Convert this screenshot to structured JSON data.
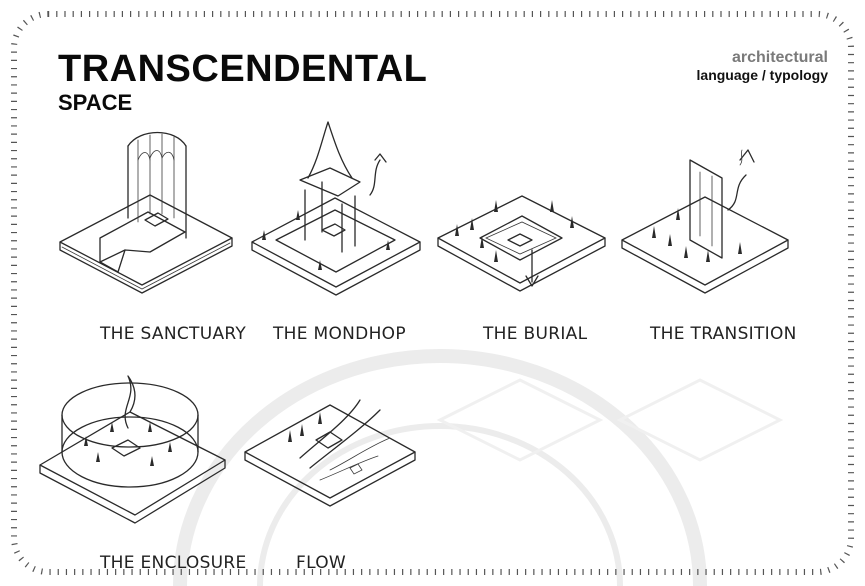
{
  "header": {
    "title": "TRANSCENDENTAL",
    "subtitle": "SPACE",
    "tag_line1": "architectural",
    "tag_line2": "language / typology"
  },
  "typologies": [
    {
      "label": "THE SANCTUARY"
    },
    {
      "label": "THE MONDHOP"
    },
    {
      "label": "THE BURIAL"
    },
    {
      "label": "THE TRANSITION"
    },
    {
      "label": "THE ENCLOSURE"
    },
    {
      "label": "FLOW"
    }
  ],
  "colors": {
    "ink": "#2a2a2a",
    "tag_gray": "#7a7a7a",
    "watermark": "#e9e9e9"
  }
}
